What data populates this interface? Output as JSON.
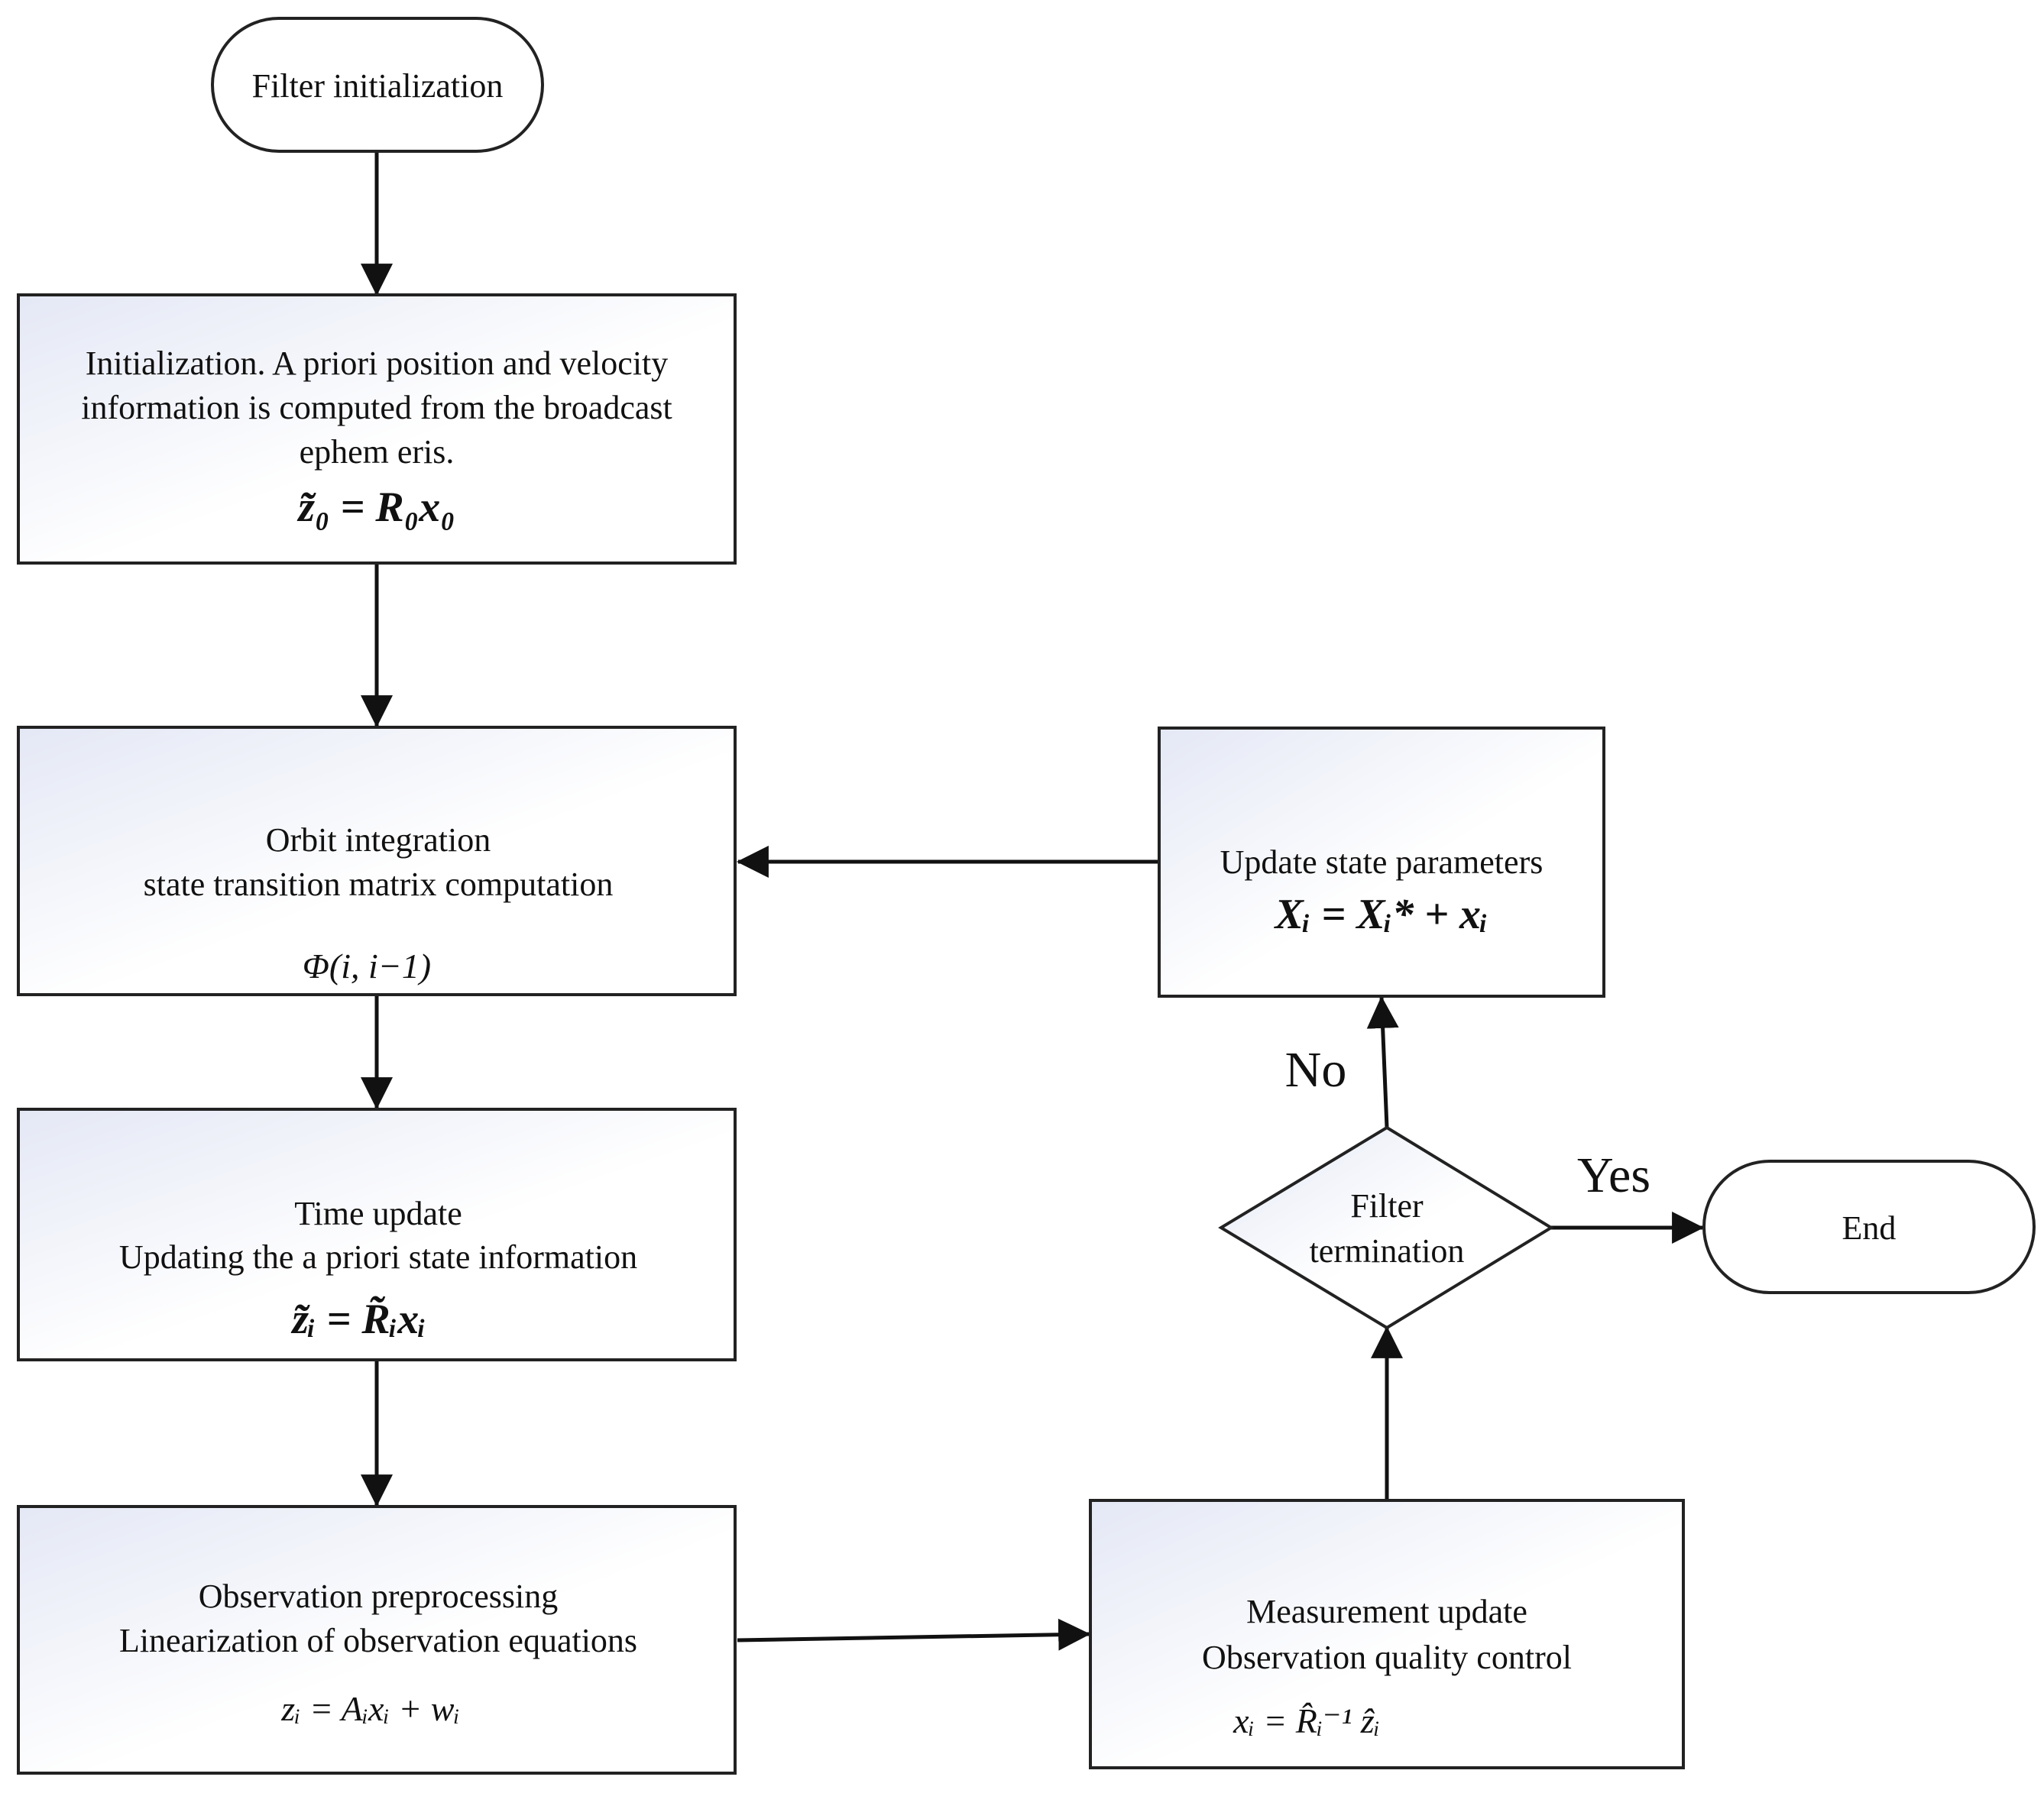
{
  "nodes": {
    "start": {
      "label": "Filter initialization"
    },
    "init": {
      "lines": [
        "Initialization. A priori position and velocity",
        "information is computed from the broadcast",
        "ephem eris."
      ],
      "formula": "z̃₀ = R₀x₀"
    },
    "orbit": {
      "lines": [
        "Orbit integration",
        "state transition matrix computation"
      ],
      "formula": "Φ(i, i−1)"
    },
    "time_update": {
      "lines": [
        "Time update",
        "Updating the a priori state information"
      ],
      "formula": "z̃ᵢ = R̃ᵢxᵢ"
    },
    "observation": {
      "lines": [
        "Observation preprocessing",
        "Linearization of observation equations"
      ],
      "formula": "zᵢ = Aᵢxᵢ + wᵢ"
    },
    "measurement": {
      "lines": [
        "Measurement update",
        "Observation quality control"
      ],
      "formula": "xᵢ = R̂ᵢ⁻¹ ẑᵢ"
    },
    "decision": {
      "lines": [
        "Filter",
        "termination"
      ]
    },
    "update_state": {
      "lines": [
        "Update state parameters"
      ],
      "formula": "Xᵢ = Xᵢ* + xᵢ"
    },
    "end": {
      "label": "End"
    }
  },
  "edge_labels": {
    "no": "No",
    "yes": "Yes"
  },
  "colors": {
    "box_fill_start": "#e4e8f5",
    "box_fill_end": "#ffffff",
    "stroke": "#222222"
  }
}
